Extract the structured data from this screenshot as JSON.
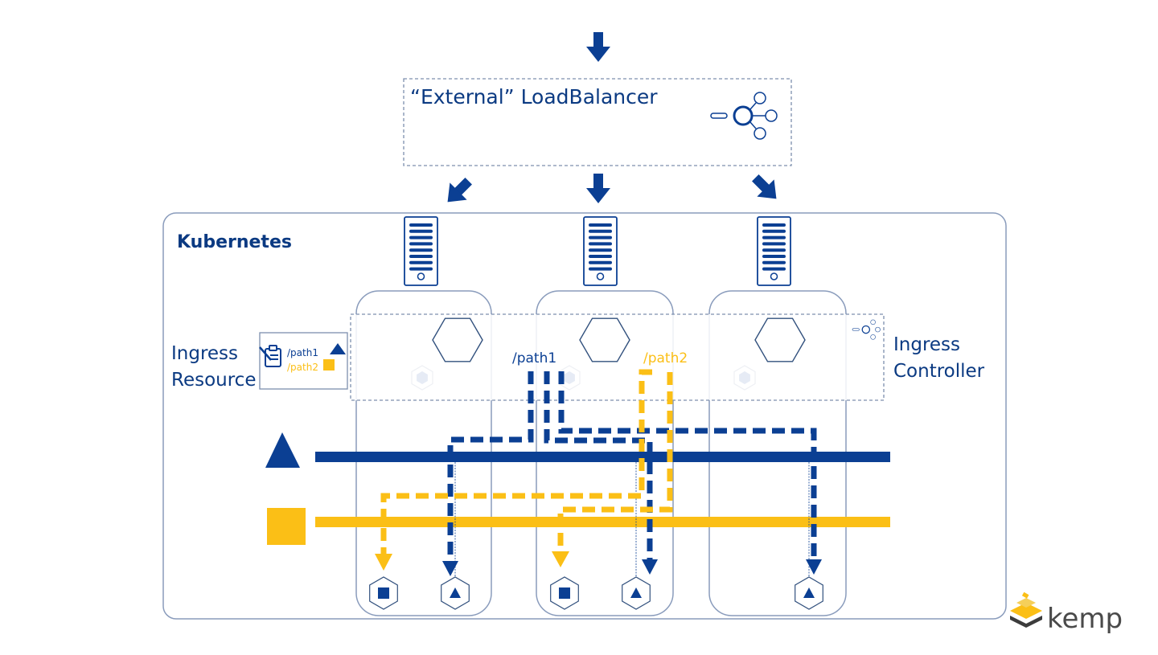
{
  "colors": {
    "primary_blue": "#0b3f93",
    "accent_yellow": "#fbbf16",
    "border_gray": "#8a9cbc",
    "faint_hex": "#e6ebf5"
  },
  "load_balancer": {
    "title": "“External” LoadBalancer",
    "icon": "load-balancer-icon"
  },
  "cluster": {
    "title": "Kubernetes",
    "nodes": [
      {
        "id": "node-1",
        "icon": "server-icon"
      },
      {
        "id": "node-2",
        "icon": "server-icon"
      },
      {
        "id": "node-3",
        "icon": "server-icon"
      }
    ]
  },
  "ingress_resource": {
    "label_line1": "Ingress",
    "label_line2": "Resource",
    "icon": "clipboard-edit-icon",
    "rules": [
      {
        "path": "/path1",
        "shape": "triangle",
        "color": "#0b3f93"
      },
      {
        "path": "/path2",
        "shape": "square",
        "color": "#fbbf16"
      }
    ]
  },
  "ingress_controller": {
    "label_line1": "Ingress",
    "label_line2": "Controller",
    "icon": "load-balancer-icon"
  },
  "routes": {
    "path1_label": "/path1",
    "path2_label": "/path2"
  },
  "services": [
    {
      "name": "triangle-service",
      "shape": "triangle",
      "color": "#0b3f93"
    },
    {
      "name": "square-service",
      "shape": "square",
      "color": "#fbbf16"
    }
  ],
  "pods": [
    {
      "node": 1,
      "shape": "square"
    },
    {
      "node": 1,
      "shape": "triangle"
    },
    {
      "node": 2,
      "shape": "square"
    },
    {
      "node": 2,
      "shape": "triangle"
    },
    {
      "node": 3,
      "shape": "triangle"
    }
  ],
  "branding": {
    "logo_text": "kemp"
  }
}
